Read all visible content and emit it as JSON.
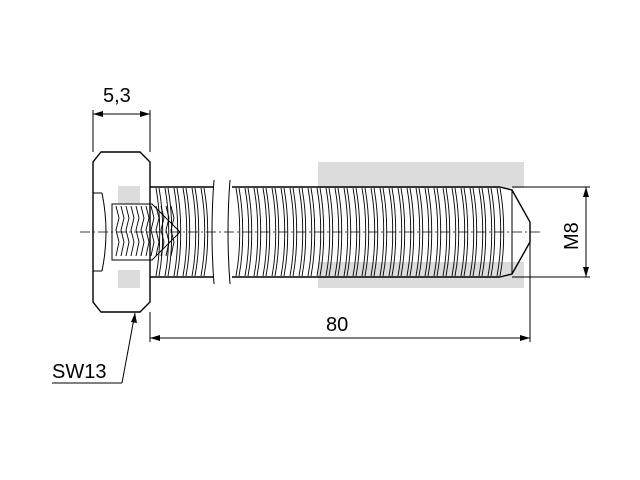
{
  "drawing": {
    "dimensions": {
      "head_height": "5,3",
      "length": "80",
      "thread": "M8",
      "wrench_size": "SW13"
    },
    "colors": {
      "line": "#000000",
      "watermark": "#d6d6d6",
      "background": "#ffffff"
    }
  }
}
